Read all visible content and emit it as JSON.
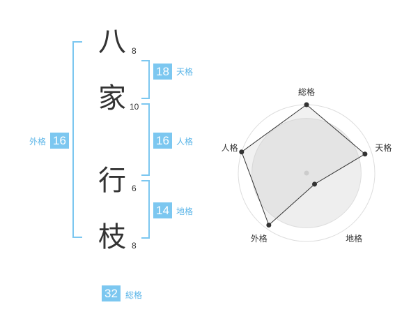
{
  "chars": [
    {
      "char": "八",
      "strokes": "8"
    },
    {
      "char": "家",
      "strokes": "10"
    },
    {
      "char": "行",
      "strokes": "6"
    },
    {
      "char": "枝",
      "strokes": "8"
    }
  ],
  "fortunes": {
    "tenkaku": {
      "value": "18",
      "label": "天格"
    },
    "jinkaku": {
      "value": "16",
      "label": "人格"
    },
    "chikaku": {
      "value": "14",
      "label": "地格"
    },
    "gaikaku": {
      "value": "16",
      "label": "外格"
    },
    "soukaku": {
      "value": "32",
      "label": "総格"
    }
  },
  "colors": {
    "accent": "#7cc7f0",
    "label": "#5bb5e8"
  },
  "chart_data": {
    "type": "radar",
    "axes": [
      "総格",
      "天格",
      "地格",
      "外格",
      "人格"
    ],
    "values": [
      1.0,
      0.9,
      0.2,
      0.94,
      1.0
    ],
    "range": [
      0,
      1
    ],
    "rings": 5
  }
}
